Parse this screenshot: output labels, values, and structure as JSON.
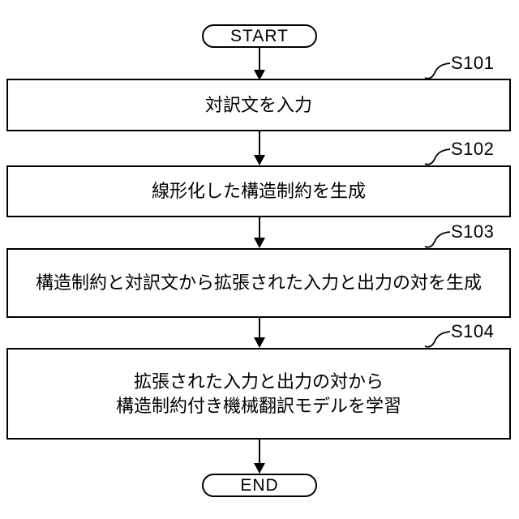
{
  "diagram": {
    "type": "flowchart",
    "start_label": "START",
    "end_label": "END",
    "steps": [
      {
        "id": "S101",
        "text": "対訳文を入力"
      },
      {
        "id": "S102",
        "text": "線形化した構造制約を生成"
      },
      {
        "id": "S103",
        "text": "構造制約と対訳文から拡張された入力と出力の対を生成"
      },
      {
        "id": "S104",
        "text": "拡張された入力と出力の対から\n構造制約付き機械翻訳モデルを学習"
      }
    ],
    "colors": {
      "line": "#000000",
      "background": "#ffffff"
    }
  }
}
